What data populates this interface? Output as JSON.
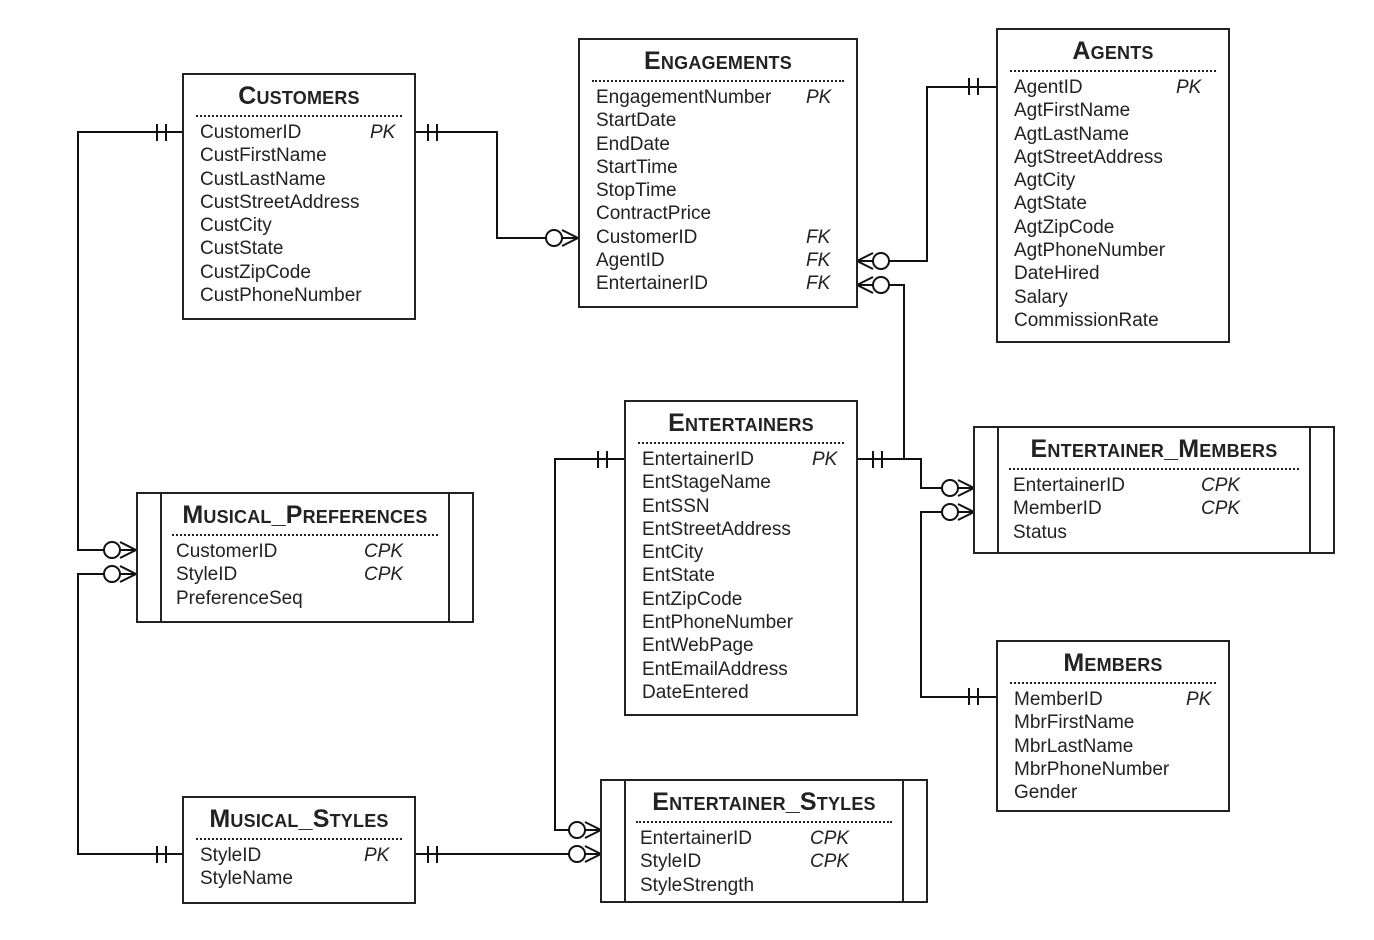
{
  "entities": {
    "customers": {
      "title": "Customers",
      "fields": [
        {
          "name": "CustomerID",
          "key": "PK"
        },
        {
          "name": "CustFirstName",
          "key": ""
        },
        {
          "name": "CustLastName",
          "key": ""
        },
        {
          "name": "CustStreetAddress",
          "key": ""
        },
        {
          "name": "CustCity",
          "key": ""
        },
        {
          "name": "CustState",
          "key": ""
        },
        {
          "name": "CustZipCode",
          "key": ""
        },
        {
          "name": "CustPhoneNumber",
          "key": ""
        }
      ]
    },
    "engagements": {
      "title": "Engagements",
      "fields": [
        {
          "name": "EngagementNumber",
          "key": "PK"
        },
        {
          "name": "StartDate",
          "key": ""
        },
        {
          "name": "EndDate",
          "key": ""
        },
        {
          "name": "StartTime",
          "key": ""
        },
        {
          "name": "StopTime",
          "key": ""
        },
        {
          "name": "ContractPrice",
          "key": ""
        },
        {
          "name": "CustomerID",
          "key": "FK"
        },
        {
          "name": "AgentID",
          "key": "FK"
        },
        {
          "name": "EntertainerID",
          "key": "FK"
        }
      ]
    },
    "agents": {
      "title": "Agents",
      "fields": [
        {
          "name": "AgentID",
          "key": "PK"
        },
        {
          "name": "AgtFirstName",
          "key": ""
        },
        {
          "name": "AgtLastName",
          "key": ""
        },
        {
          "name": "AgtStreetAddress",
          "key": ""
        },
        {
          "name": "AgtCity",
          "key": ""
        },
        {
          "name": "AgtState",
          "key": ""
        },
        {
          "name": "AgtZipCode",
          "key": ""
        },
        {
          "name": "AgtPhoneNumber",
          "key": ""
        },
        {
          "name": "DateHired",
          "key": ""
        },
        {
          "name": "Salary",
          "key": ""
        },
        {
          "name": "CommissionRate",
          "key": ""
        }
      ]
    },
    "musical_preferences": {
      "title": "Musical_Preferences",
      "fields": [
        {
          "name": "CustomerID",
          "key": "CPK"
        },
        {
          "name": "StyleID",
          "key": "CPK"
        },
        {
          "name": "PreferenceSeq",
          "key": ""
        }
      ]
    },
    "entertainers": {
      "title": "Entertainers",
      "fields": [
        {
          "name": "EntertainerID",
          "key": "PK"
        },
        {
          "name": "EntStageName",
          "key": ""
        },
        {
          "name": "EntSSN",
          "key": ""
        },
        {
          "name": "EntStreetAddress",
          "key": ""
        },
        {
          "name": "EntCity",
          "key": ""
        },
        {
          "name": "EntState",
          "key": ""
        },
        {
          "name": "EntZipCode",
          "key": ""
        },
        {
          "name": "EntPhoneNumber",
          "key": ""
        },
        {
          "name": "EntWebPage",
          "key": ""
        },
        {
          "name": "EntEmailAddress",
          "key": ""
        },
        {
          "name": "DateEntered",
          "key": ""
        }
      ]
    },
    "entertainer_members": {
      "title": "Entertainer_Members",
      "fields": [
        {
          "name": "EntertainerID",
          "key": "CPK"
        },
        {
          "name": "MemberID",
          "key": "CPK"
        },
        {
          "name": "Status",
          "key": ""
        }
      ]
    },
    "members": {
      "title": "Members",
      "fields": [
        {
          "name": "MemberID",
          "key": "PK"
        },
        {
          "name": "MbrFirstName",
          "key": ""
        },
        {
          "name": "MbrLastName",
          "key": ""
        },
        {
          "name": "MbrPhoneNumber",
          "key": ""
        },
        {
          "name": "Gender",
          "key": ""
        }
      ]
    },
    "musical_styles": {
      "title": "Musical_Styles",
      "fields": [
        {
          "name": "StyleID",
          "key": "PK"
        },
        {
          "name": "StyleName",
          "key": ""
        }
      ]
    },
    "entertainer_styles": {
      "title": "Entertainer_Styles",
      "fields": [
        {
          "name": "EntertainerID",
          "key": "CPK"
        },
        {
          "name": "StyleID",
          "key": "CPK"
        },
        {
          "name": "StyleStrength",
          "key": ""
        }
      ]
    }
  }
}
